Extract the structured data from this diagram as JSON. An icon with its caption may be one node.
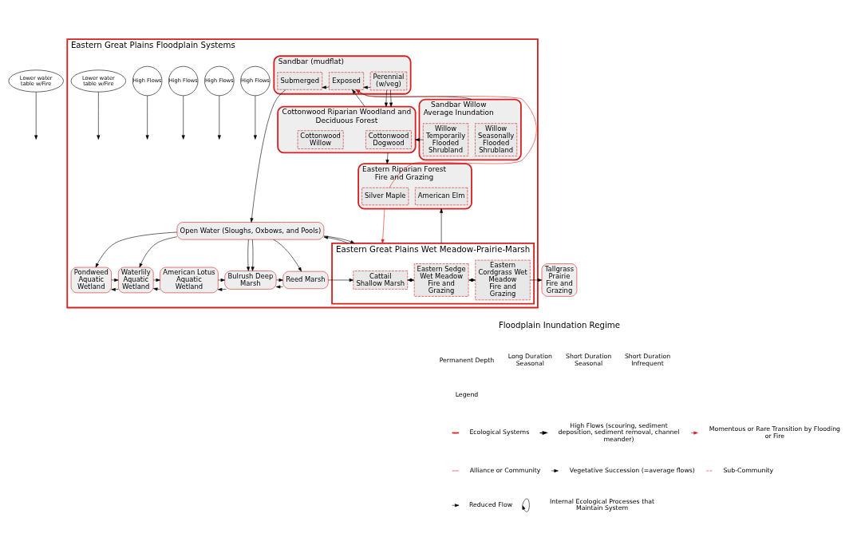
{
  "diagram": {
    "nodes": [
      {
        "text": [
          "Eastern Great Plains Floodplain Systems"
        ]
      },
      {
        "text": [
          "Sandbar (mudflat)"
        ],
        "in": 0
      },
      {
        "text": [
          "Submerged"
        ],
        "in": 1
      },
      {
        "text": [
          "Exposed"
        ],
        "in": 1
      },
      {
        "text": [
          "Perennial (w/veg)"
        ],
        "in": 1
      },
      {
        "text": [
          "High Flows"
        ],
        "in": 0
      },
      {
        "text": [
          "High Flows"
        ],
        "in": 0
      },
      {
        "text": [
          "Sandbar Willow",
          "Average Inundation"
        ],
        "in": 0
      },
      {
        "text": [
          "High Flows"
        ],
        "in": 0
      },
      {
        "text": [
          "Willow Seasonally Flooded Shrubland"
        ],
        "in": 7
      },
      {
        "text": [
          "Willow Temporarily Flooded Shrubland"
        ],
        "in": 7
      },
      {
        "text": [
          "High Flows"
        ],
        "in": 0
      },
      {
        "text": [
          "Cottonwood Riparian Woodland and Deciduous Forest"
        ],
        "in": 0
      },
      {
        "text": [
          "Cottonwood Dogwood"
        ],
        "in": 12
      },
      {
        "text": [
          "Cottonwood Willow"
        ],
        "in": 12
      },
      {
        "text": [
          "Open Water (Sloughs, Oxbows, and Pools)"
        ],
        "in": 0
      },
      {
        "text": [
          "Lower water table w/Fire"
        ],
        "in": 0
      },
      {
        "text": [
          "Eastern Riparian Forest",
          "Fire and Grazing"
        ],
        "in": 0
      },
      {
        "text": [
          "Silver Maple"
        ],
        "in": 17
      },
      {
        "text": [
          "American Elm"
        ],
        "in": 17
      },
      {
        "text": [
          "Pondweed Aquatic Wetland"
        ],
        "in": 0
      },
      {
        "text": [
          "Waterlily Aquatic Wetland"
        ],
        "in": 0
      },
      {
        "text": [
          "American Lotus Aquatic Wetland"
        ],
        "in": 0
      },
      {
        "text": [
          "Bulrush Deep Marsh"
        ],
        "in": 0
      },
      {
        "text": [
          "Reed Marsh"
        ],
        "in": 0
      },
      {
        "text": [
          "Eastern Great Plains Wet Meadow-Prairie-Marsh"
        ],
        "in": 0
      },
      {
        "text": [
          "Cattail Shallow Marsh"
        ],
        "in": 25
      },
      {
        "text": [
          "Eastern Sedge Wet Meadow",
          "Fire and Grazing"
        ],
        "in": 25
      },
      {
        "text": [
          "Eastern Cordgrass Wet Meadow",
          "Fire and Grazing"
        ],
        "in": 25
      },
      {
        "text": [
          "Lower water table w/Fire"
        ]
      },
      {
        "text": [
          "Tallgrass Prairie",
          "Fire and Grazing"
        ]
      }
    ],
    "edges": [
      {
        "from": 3,
        "to": 2,
        "arrow": "to"
      },
      {
        "from": 5,
        "to": null,
        "arrow": "to"
      },
      {
        "from": 4,
        "to": 3,
        "arrow": "to"
      },
      {
        "from": 6,
        "to": null,
        "arrow": "to"
      },
      {
        "from": 7,
        "to": 3,
        "arrow": "to"
      },
      {
        "from": 8,
        "to": null,
        "arrow": "to"
      },
      {
        "from": 2,
        "to": 15,
        "arrow": "to"
      },
      {
        "from": 11,
        "to": null,
        "arrow": "to"
      },
      {
        "from": 4,
        "to": 12,
        "arrow": "to"
      },
      {
        "from": 4,
        "to": 12,
        "arrow": "to"
      },
      {
        "from": 12,
        "to": 3,
        "arrow": "to"
      },
      {
        "from": 18,
        "to": 3,
        "arrow": "to",
        "color": "#e02020"
      },
      {
        "from": 10,
        "to": 12,
        "arrow": "to"
      },
      {
        "from": 12,
        "to": 17,
        "arrow": "to"
      },
      {
        "from": 15,
        "to": 25,
        "arrow": "to"
      },
      {
        "from": 16,
        "to": null,
        "arrow": "to"
      },
      {
        "from": 17,
        "to": 25,
        "arrow": "to",
        "color": "#e02020"
      },
      {
        "from": 25,
        "to": 17,
        "arrow": "to"
      },
      {
        "from": 25,
        "to": 15,
        "arrow": "to"
      },
      {
        "from": 15,
        "to": 20,
        "arrow": "to"
      },
      {
        "from": 15,
        "to": 21,
        "arrow": "to"
      },
      {
        "from": 15,
        "to": 23,
        "arrow": "to"
      },
      {
        "from": 15,
        "to": 23,
        "arrow": "to"
      },
      {
        "from": 15,
        "to": 24,
        "arrow": "to"
      },
      {
        "from": 21,
        "to": 20,
        "arrow": "to"
      },
      {
        "from": 22,
        "to": 21,
        "arrow": "to"
      },
      {
        "from": 23,
        "to": 22,
        "arrow": "to"
      },
      {
        "from": 24,
        "to": 23,
        "arrow": "to"
      },
      {
        "from": 20,
        "to": 21,
        "arrow": "to"
      },
      {
        "from": 21,
        "to": 22,
        "arrow": "to"
      },
      {
        "from": 22,
        "to": 23,
        "arrow": "to"
      },
      {
        "from": 23,
        "to": 24,
        "arrow": "to"
      },
      {
        "from": 24,
        "to": 26,
        "arrow": "to"
      },
      {
        "from": 26,
        "to": 27,
        "arrow": "both"
      },
      {
        "from": 27,
        "to": 28,
        "arrow": "both"
      },
      {
        "from": 28,
        "to": 30,
        "arrow": "to"
      },
      {
        "from": 29,
        "to": null,
        "arrow": "to"
      }
    ],
    "labels": [
      "Floodplain Inundation Regime",
      "Permanent Depth",
      "Long Duration Seasonal",
      "Short Duration Seasonal",
      "Short Duration Infrequent",
      "Legend"
    ],
    "legend": [
      {
        "text": "Ecological Systems"
      },
      {
        "text": "High Flows (scouring, sediment deposition, sediment removal, channel meander)"
      },
      {
        "text": "Momentous or Rare Transition by Flooding or Fire"
      },
      {
        "text": "Alliance or Community"
      },
      {
        "text": "Vegetative Succession (=average flows)"
      },
      {
        "text": "Sub-Community"
      },
      {
        "text": "Reduced Flow"
      },
      {
        "text": "Internal Ecological Processes that Maintain System"
      }
    ]
  }
}
